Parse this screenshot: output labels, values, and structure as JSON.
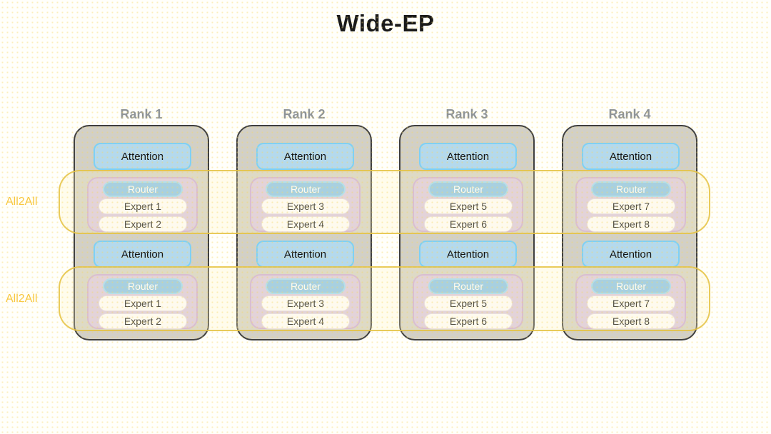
{
  "title": "Wide-EP",
  "labels": {
    "attention": "Attention",
    "router": "Router",
    "all2all": "All2All"
  },
  "ranks": [
    {
      "label": "Rank 1",
      "experts": [
        "Expert 1",
        "Expert 2"
      ]
    },
    {
      "label": "Rank 2",
      "experts": [
        "Expert 3",
        "Expert 4"
      ]
    },
    {
      "label": "Rank 3",
      "experts": [
        "Expert 5",
        "Expert 6"
      ]
    },
    {
      "label": "Rank 4",
      "experts": [
        "Expert 7",
        "Expert 8"
      ]
    }
  ],
  "colors": {
    "rank-fill": "#d2d0c7",
    "rank-border": "#3f3f3f",
    "attention-fill": "#b4d9ed",
    "attention-border": "#7ed0f5",
    "group-fill": "#d9c7e1",
    "group-border": "#cbaad6",
    "router-fill": "#87c3ea",
    "router-border": "#9ad7f7",
    "expert-fill": "#fefdfe",
    "expert-border": "#e3d8e6",
    "band-fill": "rgba(255,243,196,0.28)",
    "band-border": "rgba(228,193,64,0.85)",
    "all2all-color": "#f8c73f"
  }
}
